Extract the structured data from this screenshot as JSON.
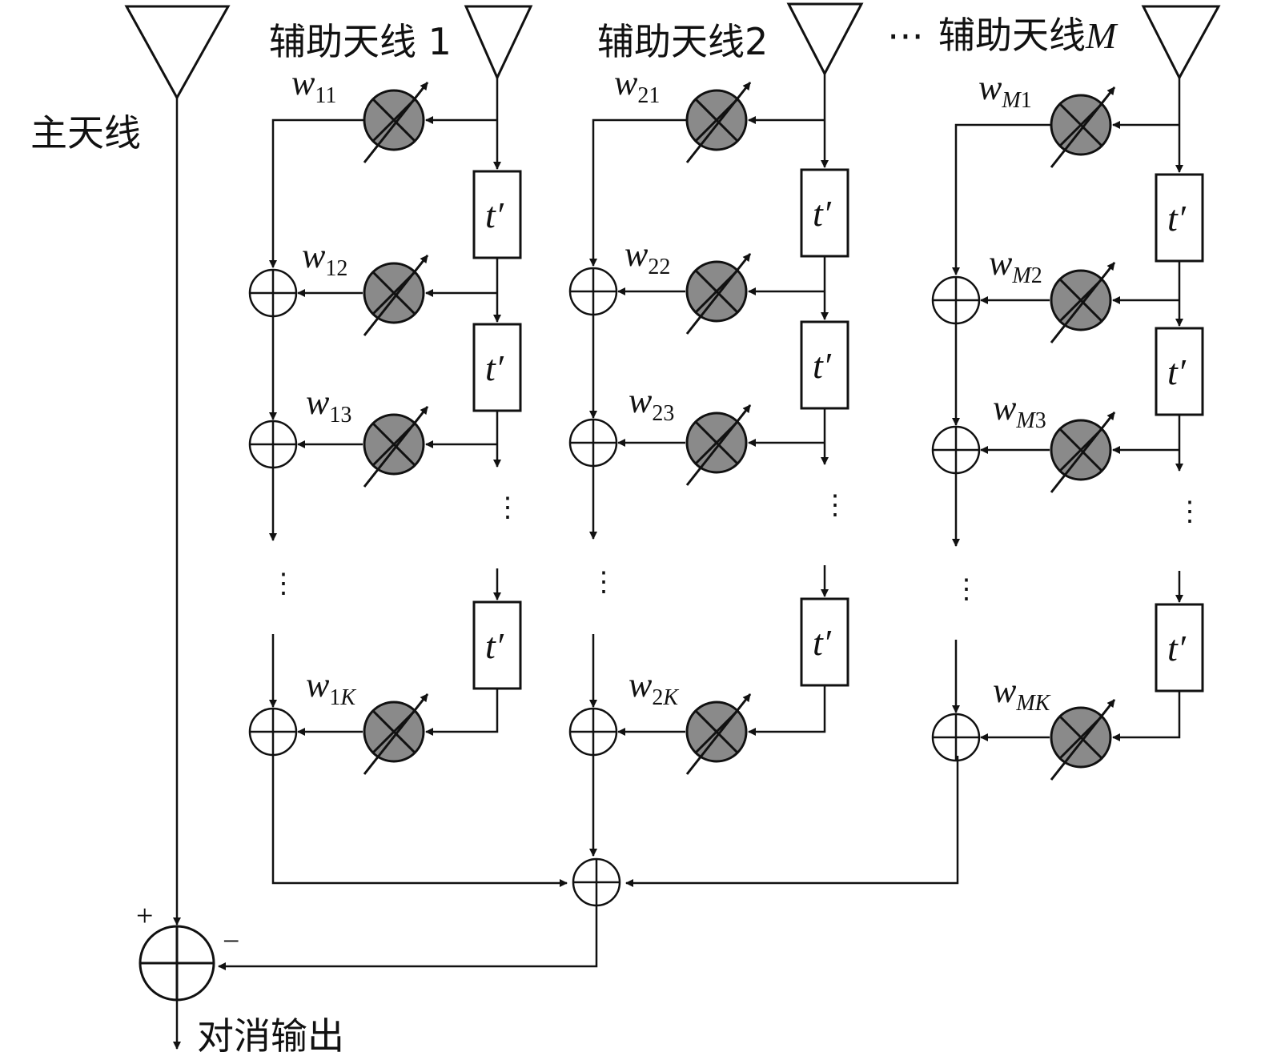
{
  "main_antenna": {
    "label": "主天线"
  },
  "output": {
    "label": "对消输出",
    "plus_sign": "+",
    "minus_sign": "−"
  },
  "top_ellipsis": "⋯",
  "channels": [
    {
      "title": "辅助天线 1",
      "weights": [
        {
          "base": "w",
          "sub": "11"
        },
        {
          "base": "w",
          "sub": "12"
        },
        {
          "base": "w",
          "sub": "13"
        },
        {
          "base": "w",
          "sub": "1",
          "sub_it": "K"
        }
      ]
    },
    {
      "title": "辅助天线2",
      "weights": [
        {
          "base": "w",
          "sub": "21"
        },
        {
          "base": "w",
          "sub": "22"
        },
        {
          "base": "w",
          "sub": "23"
        },
        {
          "base": "w",
          "sub": "2",
          "sub_it": "K"
        }
      ]
    },
    {
      "title": "辅助天线",
      "title_italic": "M",
      "weights": [
        {
          "base": "w",
          "sub_it": "M",
          "sub": "1"
        },
        {
          "base": "w",
          "sub_it": "M",
          "sub": "2"
        },
        {
          "base": "w",
          "sub_it": "M",
          "sub": "3"
        },
        {
          "base": "w",
          "sub_it": "MK"
        }
      ]
    }
  ],
  "delay_label": "t′",
  "vertical_ellipsis": "⋮"
}
